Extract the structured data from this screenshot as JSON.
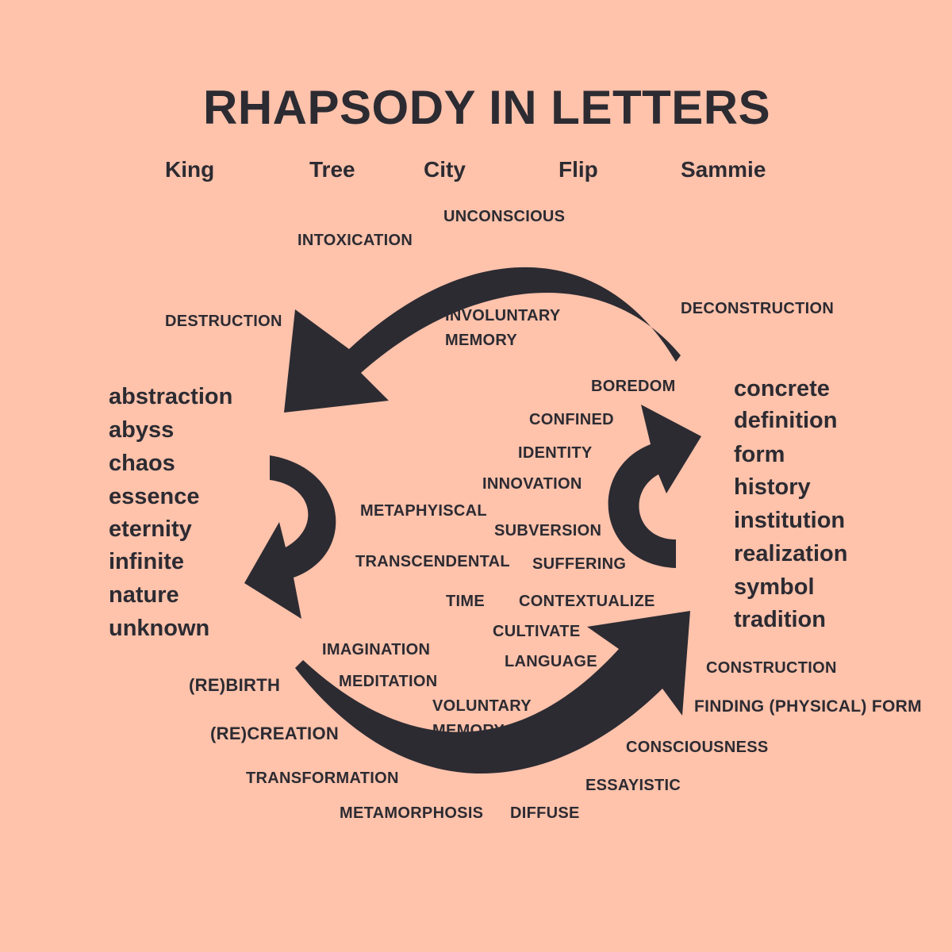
{
  "title": "RHAPSODY IN LETTERS",
  "names": [
    "King",
    "Tree",
    "City",
    "Flip",
    "Sammie"
  ],
  "left_column": [
    "abstraction",
    "abyss",
    "chaos",
    "essence",
    "eternity",
    "infinite",
    "nature",
    "unknown"
  ],
  "right_column": [
    "concrete",
    "definition",
    "form",
    "history",
    "institution",
    "realization",
    "symbol",
    "tradition"
  ],
  "top_arc_terms": {
    "unconscious": "UNCONSCIOUS",
    "intoxication": "INTOXICATION",
    "destruction": "DESTRUCTION",
    "deconstruction": "DECONSTRUCTION",
    "involuntary_memory_1": "INVOLUNTARY",
    "involuntary_memory_2": "MEMORY"
  },
  "center_terms": {
    "boredom": "BOREDOM",
    "confined": "CONFINED",
    "identity": "IDENTITY",
    "innovation": "INNOVATION",
    "metaphyiscal": "METAPHYISCAL",
    "subversion": "SUBVERSION",
    "transcendental": "TRANSCENDENTAL",
    "suffering": "SUFFERING",
    "time": "TIME",
    "contextualize": "CONTEXTUALIZE",
    "cultivate": "CULTIVATE",
    "language": "LANGUAGE",
    "imagination": "IMAGINATION",
    "meditation": "MEDITATION",
    "voluntary_memory_1": "VOLUNTARY",
    "voluntary_memory_2": "MEMORY"
  },
  "bottom_arc_terms": {
    "rebirth": "(RE)BIRTH",
    "recreation": "(RE)CREATION",
    "transformation": "TRANSFORMATION",
    "metamorphosis": "METAMORPHOSIS",
    "diffuse": "DIFFUSE",
    "essayistic": "ESSAYISTIC",
    "consciousness": "CONSCIOUSNESS",
    "finding_form": "FINDING (PHYSICAL) FORM",
    "construction": "CONSTRUCTION"
  },
  "colors": {
    "background": "#ffc2ab",
    "ink": "#2c2b32"
  }
}
